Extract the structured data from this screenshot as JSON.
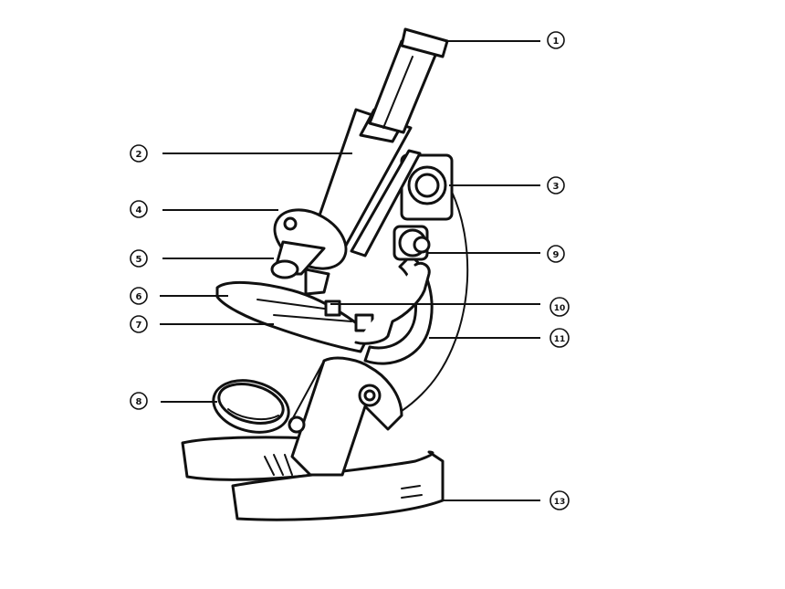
{
  "labels": [
    {
      "id": "label-1",
      "text": "1",
      "part": "eyepiece"
    },
    {
      "id": "label-2",
      "text": "2",
      "part": "lens-tube"
    },
    {
      "id": "label-3",
      "text": "3",
      "part": "coarse-focus-knob"
    },
    {
      "id": "label-4",
      "text": "4",
      "part": "nosepiece"
    },
    {
      "id": "label-5",
      "text": "5",
      "part": "objective-lens"
    },
    {
      "id": "label-6",
      "text": "6",
      "part": "stage"
    },
    {
      "id": "label-7",
      "text": "7",
      "part": "diaphragm"
    },
    {
      "id": "label-8",
      "text": "8",
      "part": "mirror"
    },
    {
      "id": "label-9",
      "text": "9",
      "part": "fine-focus-knob"
    },
    {
      "id": "label-10",
      "text": "10",
      "part": "stage-clip"
    },
    {
      "id": "label-11",
      "text": "11",
      "part": "arm"
    },
    {
      "id": "label-13",
      "text": "13",
      "part": "base"
    }
  ]
}
